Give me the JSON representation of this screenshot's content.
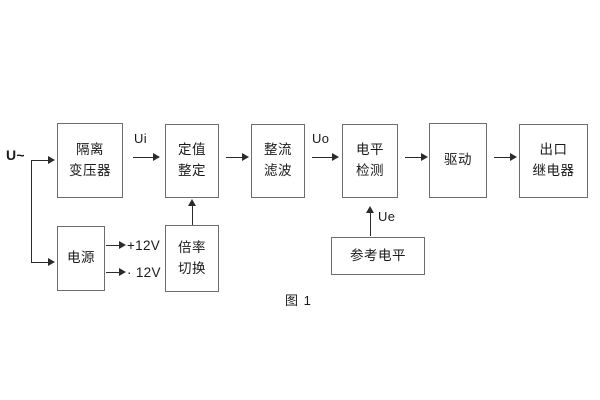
{
  "figure": {
    "caption": "图 1",
    "input_label": "U~"
  },
  "blocks": [
    {
      "id": "isolation-transformer",
      "line1": "隔离",
      "line2": "变压器"
    },
    {
      "id": "setting-value",
      "line1": "定值",
      "line2": "整定"
    },
    {
      "id": "rectify-filter",
      "line1": "整流",
      "line2": "滤波"
    },
    {
      "id": "level-detect",
      "line1": "电平",
      "line2": "检测"
    },
    {
      "id": "drive",
      "line1": "驱动",
      "line2": ""
    },
    {
      "id": "output-relay",
      "line1": "出口",
      "line2": "继电器"
    },
    {
      "id": "power-supply",
      "line1": "电源",
      "line2": ""
    },
    {
      "id": "ratio-switch",
      "line1": "倍率",
      "line2": "切换"
    },
    {
      "id": "reference-level",
      "line1": "参考电平",
      "line2": ""
    }
  ],
  "signals": {
    "ui": "Ui",
    "uo": "Uo",
    "ue": "Ue",
    "rail_positive": "+12V",
    "rail_negative": "· 12V"
  },
  "colors": {
    "background": "#ffffff",
    "box_border": "#6d6d6d",
    "connector": "#2b2b2b",
    "text": "#1a1a1a"
  }
}
